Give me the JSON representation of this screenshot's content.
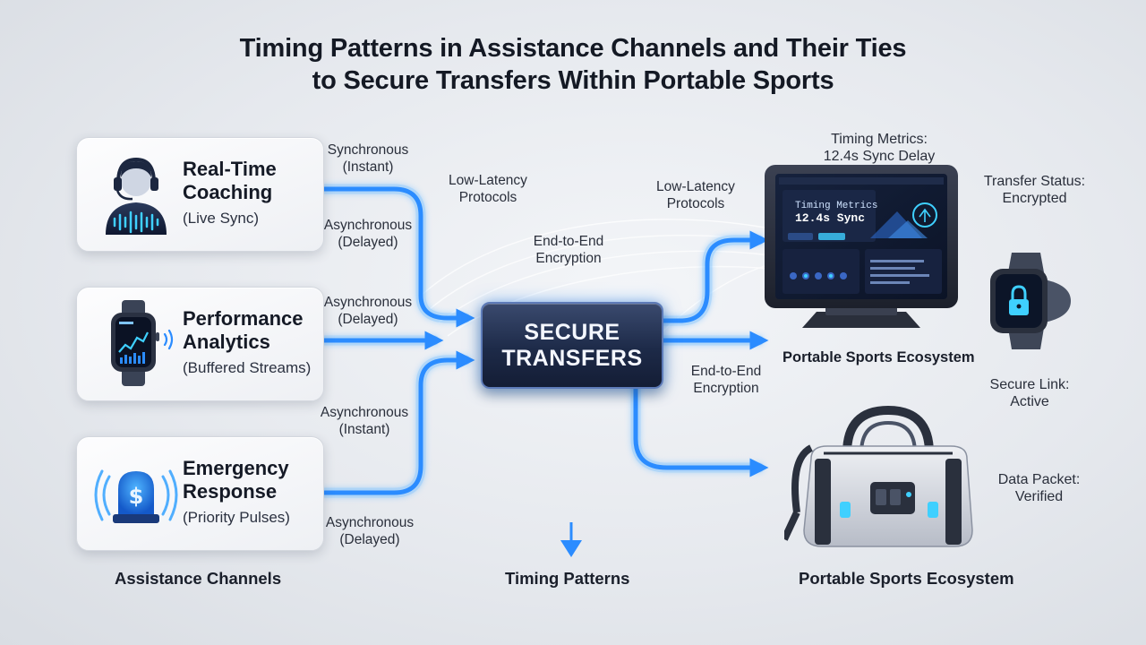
{
  "title": {
    "line1": "Timing Patterns in Assistance Channels and Their Ties",
    "line2": "to Secure Transfers Within Portable Sports"
  },
  "channels": [
    {
      "name_line1": "Real-Time",
      "name_line2": "Coaching",
      "sub": "(Live Sync)",
      "icon": "headset-person-icon"
    },
    {
      "name_line1": "Performance",
      "name_line2": "Analytics",
      "sub": "(Buffered Streams)",
      "icon": "smartwatch-chart-icon"
    },
    {
      "name_line1": "Emergency",
      "name_line2": "Response",
      "sub": "(Priority Pulses)",
      "icon": "alert-beacon-icon"
    }
  ],
  "timing_labels": {
    "sync_instant": [
      "Synchronous",
      "(Instant)"
    ],
    "async_delayed_1": [
      "Asynchronous",
      "(Delayed)"
    ],
    "async_delayed_2": [
      "Asynchronous",
      "(Delayed)"
    ],
    "async_instant": [
      "Asynchronous",
      "(Instant)"
    ],
    "async_delayed_3": [
      "Asynchronous",
      "(Delayed)"
    ]
  },
  "protocol_labels": {
    "low_latency_left": [
      "Low-Latency",
      "Protocols"
    ],
    "e2e_left": [
      "End-to-End",
      "Encryption"
    ],
    "low_latency_right": [
      "Low-Latency",
      "Protocols"
    ],
    "e2e_right": [
      "End-to-End",
      "Encryption"
    ]
  },
  "hub": {
    "line1": "SECURE",
    "line2": "TRANSFERS"
  },
  "status": {
    "timing_metrics": [
      "Timing Metrics:",
      "12.4s Sync Delay"
    ],
    "transfer_status": [
      "Transfer Status:",
      "Encrypted"
    ],
    "secure_link": [
      "Secure Link:",
      "Active"
    ],
    "data_packet": [
      "Data Packet:",
      "Verified"
    ]
  },
  "tablet_screen": {
    "line1": "Timing Metrics",
    "line2": "12.4s Sync"
  },
  "ecosystem_caption": "Portable Sports Ecosystem",
  "bottom_labels": {
    "left": "Assistance Channels",
    "center": "Timing Patterns",
    "right": "Portable Sports Ecosystem"
  },
  "colors": {
    "flow_blue": "#2b8cff",
    "flow_glow": "#7fc3ff",
    "hub_dark": "#1d2a48",
    "accent_cyan": "#3fd0ff"
  }
}
